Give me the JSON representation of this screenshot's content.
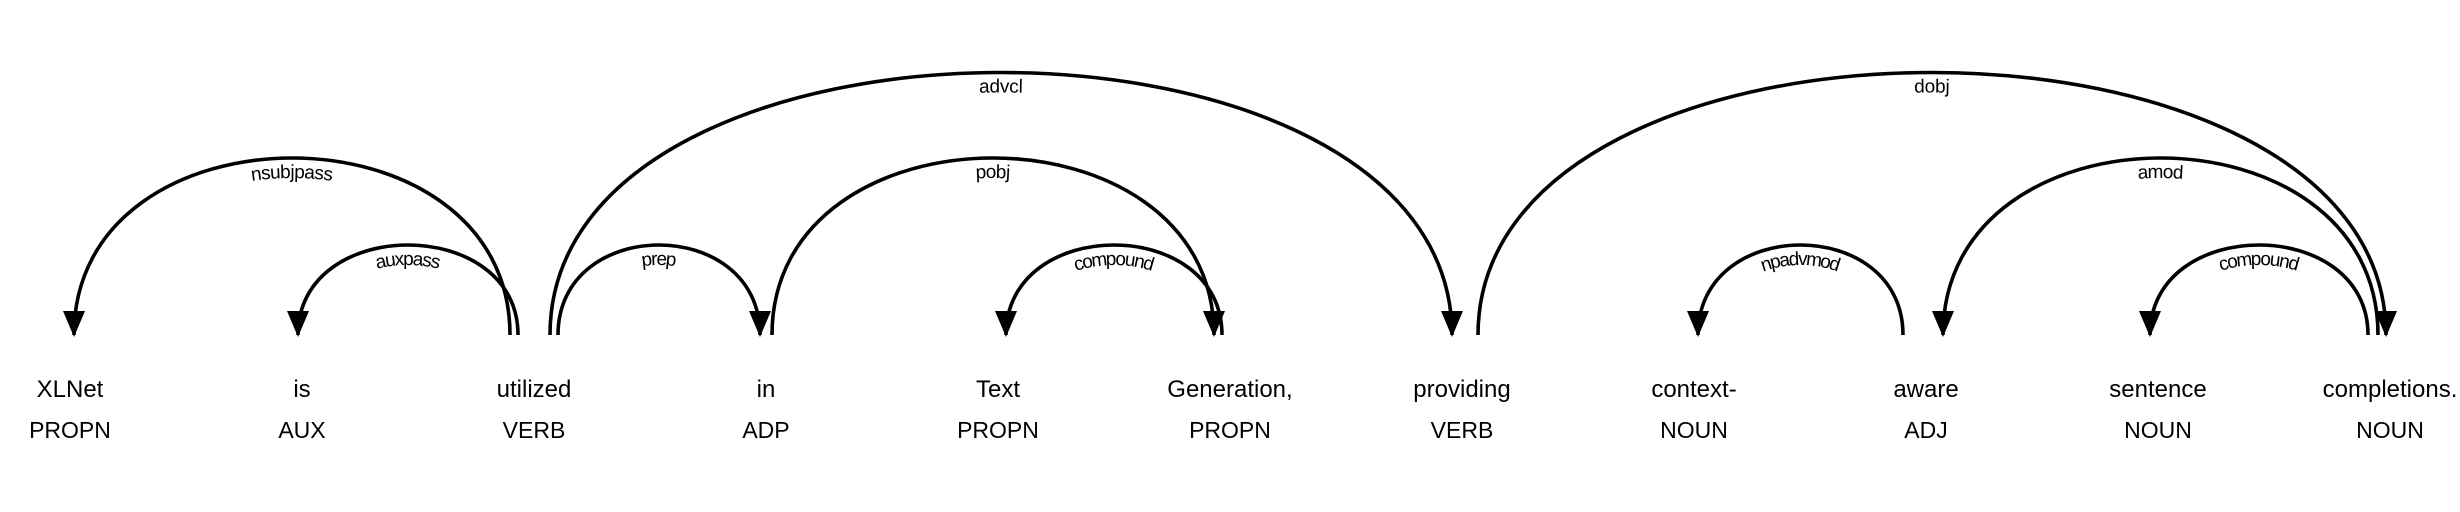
{
  "figure": {
    "background_color": "#ffffff",
    "line_color": "#000000",
    "text_color": "#000000"
  },
  "parse": {
    "words": [
      {
        "text": "XLNet",
        "tag": "PROPN"
      },
      {
        "text": "is",
        "tag": "AUX"
      },
      {
        "text": "utilized",
        "tag": "VERB"
      },
      {
        "text": "in",
        "tag": "ADP"
      },
      {
        "text": "Text",
        "tag": "PROPN"
      },
      {
        "text": "Generation,",
        "tag": "PROPN"
      },
      {
        "text": "providing",
        "tag": "VERB"
      },
      {
        "text": "context-",
        "tag": "NOUN"
      },
      {
        "text": "aware",
        "tag": "ADJ"
      },
      {
        "text": "sentence",
        "tag": "NOUN"
      },
      {
        "text": "completions.",
        "tag": "NOUN"
      }
    ],
    "arcs": [
      {
        "label": "nsubjpass",
        "head": 2,
        "dep": 0,
        "dir": "left",
        "level": 2
      },
      {
        "label": "auxpass",
        "head": 2,
        "dep": 1,
        "dir": "left",
        "level": 1
      },
      {
        "label": "advcl",
        "head": 2,
        "dep": 6,
        "dir": "right",
        "level": 4
      },
      {
        "label": "prep",
        "head": 2,
        "dep": 3,
        "dir": "right",
        "level": 1
      },
      {
        "label": "pobj",
        "head": 3,
        "dep": 5,
        "dir": "right",
        "level": 2
      },
      {
        "label": "compound",
        "head": 5,
        "dep": 4,
        "dir": "left",
        "level": 1
      },
      {
        "label": "dobj",
        "head": 6,
        "dep": 10,
        "dir": "right",
        "level": 4
      },
      {
        "label": "npadvmod",
        "head": 8,
        "dep": 7,
        "dir": "left",
        "level": 1
      },
      {
        "label": "amod",
        "head": 10,
        "dep": 8,
        "dir": "left",
        "level": 2
      },
      {
        "label": "compound",
        "head": 10,
        "dep": 9,
        "dir": "left",
        "level": 1
      }
    ]
  }
}
